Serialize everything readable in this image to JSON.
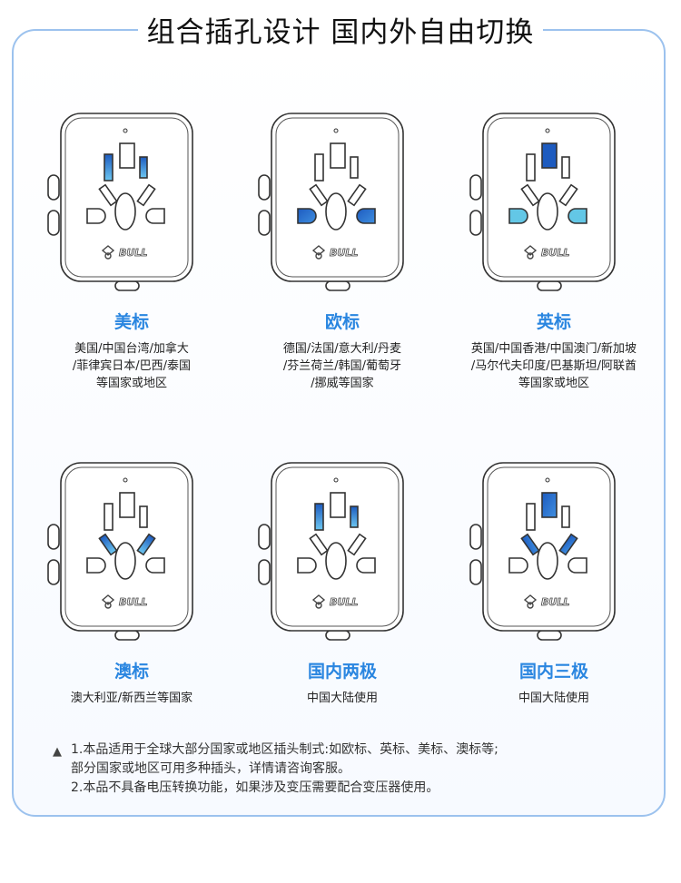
{
  "title": "组合插孔设计 国内外自由切换",
  "brand": "BULL",
  "colors": {
    "accent": "#2a86e0",
    "dark_blue": "#1d5bbf",
    "light_blue": "#4fb4ea",
    "cyan": "#63c7e6"
  },
  "cards": [
    {
      "label": "美标",
      "desc": "美国/中国台湾/加拿大\n/菲律宾日本/巴西/泰国\n等国家或地区",
      "highlight": [
        "vslots"
      ],
      "style": "grad"
    },
    {
      "label": "欧标",
      "desc": "德国/法国/意大利/丹麦\n/芬兰荷兰/韩国/葡萄牙\n/挪威等国家",
      "highlight": [
        "round"
      ],
      "style": "dark"
    },
    {
      "label": "英标",
      "desc": "英国/中国香港/中国澳门/新加坡\n/马尔代夫印度/巴基斯坦/阿联酋\n等国家或地区",
      "highlight": [
        "top",
        "round"
      ],
      "style": "uk"
    },
    {
      "label": "澳标",
      "desc": "澳大利亚/新西兰等国家",
      "highlight": [
        "diag"
      ],
      "style": "grad"
    },
    {
      "label": "国内两极",
      "desc": "中国大陆使用",
      "highlight": [
        "vslots"
      ],
      "style": "grad"
    },
    {
      "label": "国内三极",
      "desc": "中国大陆使用",
      "highlight": [
        "top",
        "diag"
      ],
      "style": "dark"
    }
  ],
  "notes": {
    "icon": "warning-icon",
    "line1": "1.本品适用于全球大部分国家或地区插头制式:如欧标、英标、美标、澳标等;",
    "line2": "部分国家或地区可用多种插头，详情请咨询客服。",
    "line3": "2.本品不具备电压转换功能，如果涉及变压需要配合变压器使用。"
  }
}
